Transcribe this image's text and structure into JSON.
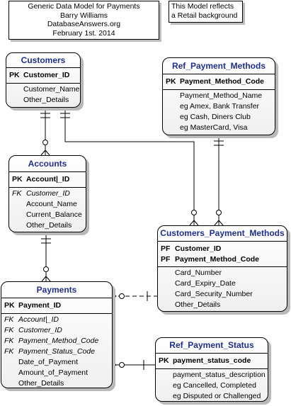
{
  "note_main": {
    "lines": [
      "Generic Data Model for Payments",
      "Barry Williams",
      "DatabaseAnswers.org",
      "February 1st. 2014"
    ]
  },
  "note_side": {
    "lines": [
      "This Model reflects",
      "a Retail background"
    ]
  },
  "entities": {
    "customers": {
      "title": "Customers",
      "keys": [
        {
          "k": "PK",
          "n": "Customer_ID"
        }
      ],
      "attrs": [
        {
          "k": "",
          "n": "Customer_Name"
        },
        {
          "k": "",
          "n": "Other_Details"
        }
      ]
    },
    "ref_payment_methods": {
      "title": "Ref_Payment_Methods",
      "keys": [
        {
          "k": "PK",
          "n": "Payment_Method_Code"
        }
      ],
      "attrs": [
        {
          "k": "",
          "n": "Payment_Method_Name"
        },
        {
          "k": "",
          "n": "eg Amex, Bank Transfer"
        },
        {
          "k": "",
          "n": "eg Cash, Diners Club"
        },
        {
          "k": "",
          "n": "eg MasterCard, Visa"
        }
      ]
    },
    "accounts": {
      "title": "Accounts",
      "keys": [
        {
          "k": "PK",
          "n": "Account|_ID"
        }
      ],
      "attrs": [
        {
          "k": "FK",
          "n": "Customer_ID",
          "fk": true
        },
        {
          "k": "",
          "n": "Account_Name"
        },
        {
          "k": "",
          "n": "Current_Balance"
        },
        {
          "k": "",
          "n": "Other_Details"
        }
      ]
    },
    "customers_payment_methods": {
      "title": "Customers_Payment_Methods",
      "keys": [
        {
          "k": "PF",
          "n": "Customer_ID"
        },
        {
          "k": "PF",
          "n": "Payment_Method_Code"
        }
      ],
      "attrs": [
        {
          "k": "",
          "n": "Card_Number"
        },
        {
          "k": "",
          "n": "Card_Expiry_Date"
        },
        {
          "k": "",
          "n": "Card_Security_Number"
        },
        {
          "k": "",
          "n": "Other_Details"
        }
      ]
    },
    "payments": {
      "title": "Payments",
      "keys": [
        {
          "k": "PK",
          "n": "Payment_ID"
        }
      ],
      "attrs": [
        {
          "k": "FK",
          "n": "Account|_ID",
          "fk": true
        },
        {
          "k": "FK",
          "n": "Customer_ID",
          "fk": true
        },
        {
          "k": "FK",
          "n": "Payment_Method_Code",
          "fk": true
        },
        {
          "k": "FK",
          "n": "Payment_Status_Code",
          "fk": true
        },
        {
          "k": "",
          "n": "Date_of_Payment"
        },
        {
          "k": "",
          "n": "Amount_of_Payment"
        },
        {
          "k": "",
          "n": "Other_Details"
        }
      ]
    },
    "ref_payment_status": {
      "title": "Ref_Payment_Status",
      "keys": [
        {
          "k": "PK",
          "n": "payment_status_code"
        }
      ],
      "attrs": [
        {
          "k": "",
          "n": "payment_status_description"
        },
        {
          "k": "",
          "n": "eg Cancelled, Completed"
        },
        {
          "k": "",
          "n": "eg Disputed or Challenged"
        }
      ]
    }
  },
  "colors": {
    "title": "#1f2f8f",
    "shadow": "#b9b9b9"
  }
}
